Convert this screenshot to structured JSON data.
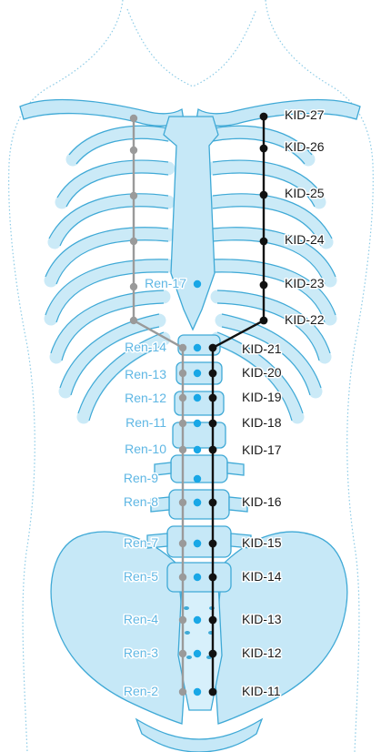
{
  "colors": {
    "bone_fill": "#c6e8f7",
    "bone_stroke": "#3fa9d6",
    "outline": "#7fc3e0",
    "ren_point": "#19a7e6",
    "ren_label": "#5fb7e4",
    "ren_line": "#9a9a9a",
    "kid_line": "#111111",
    "kid_label": "#1a1a1a"
  },
  "ren_labels": [
    "Ren-17",
    "Ren-14",
    "Ren-13",
    "Ren-12",
    "Ren-11",
    "Ren-10",
    "Ren-9",
    "Ren-8",
    "Ren-7",
    "Ren-5",
    "Ren-4",
    "Ren-3",
    "Ren-2"
  ],
  "kid_labels": [
    "KID-27",
    "KID-26",
    "KID-25",
    "KID-24",
    "KID-23",
    "KID-22",
    "KID-21",
    "KID-20",
    "KID-19",
    "KID-18",
    "KID-17",
    "KID-16",
    "KID-15",
    "KID-14",
    "KID-13",
    "KID-12",
    "KID-11"
  ]
}
